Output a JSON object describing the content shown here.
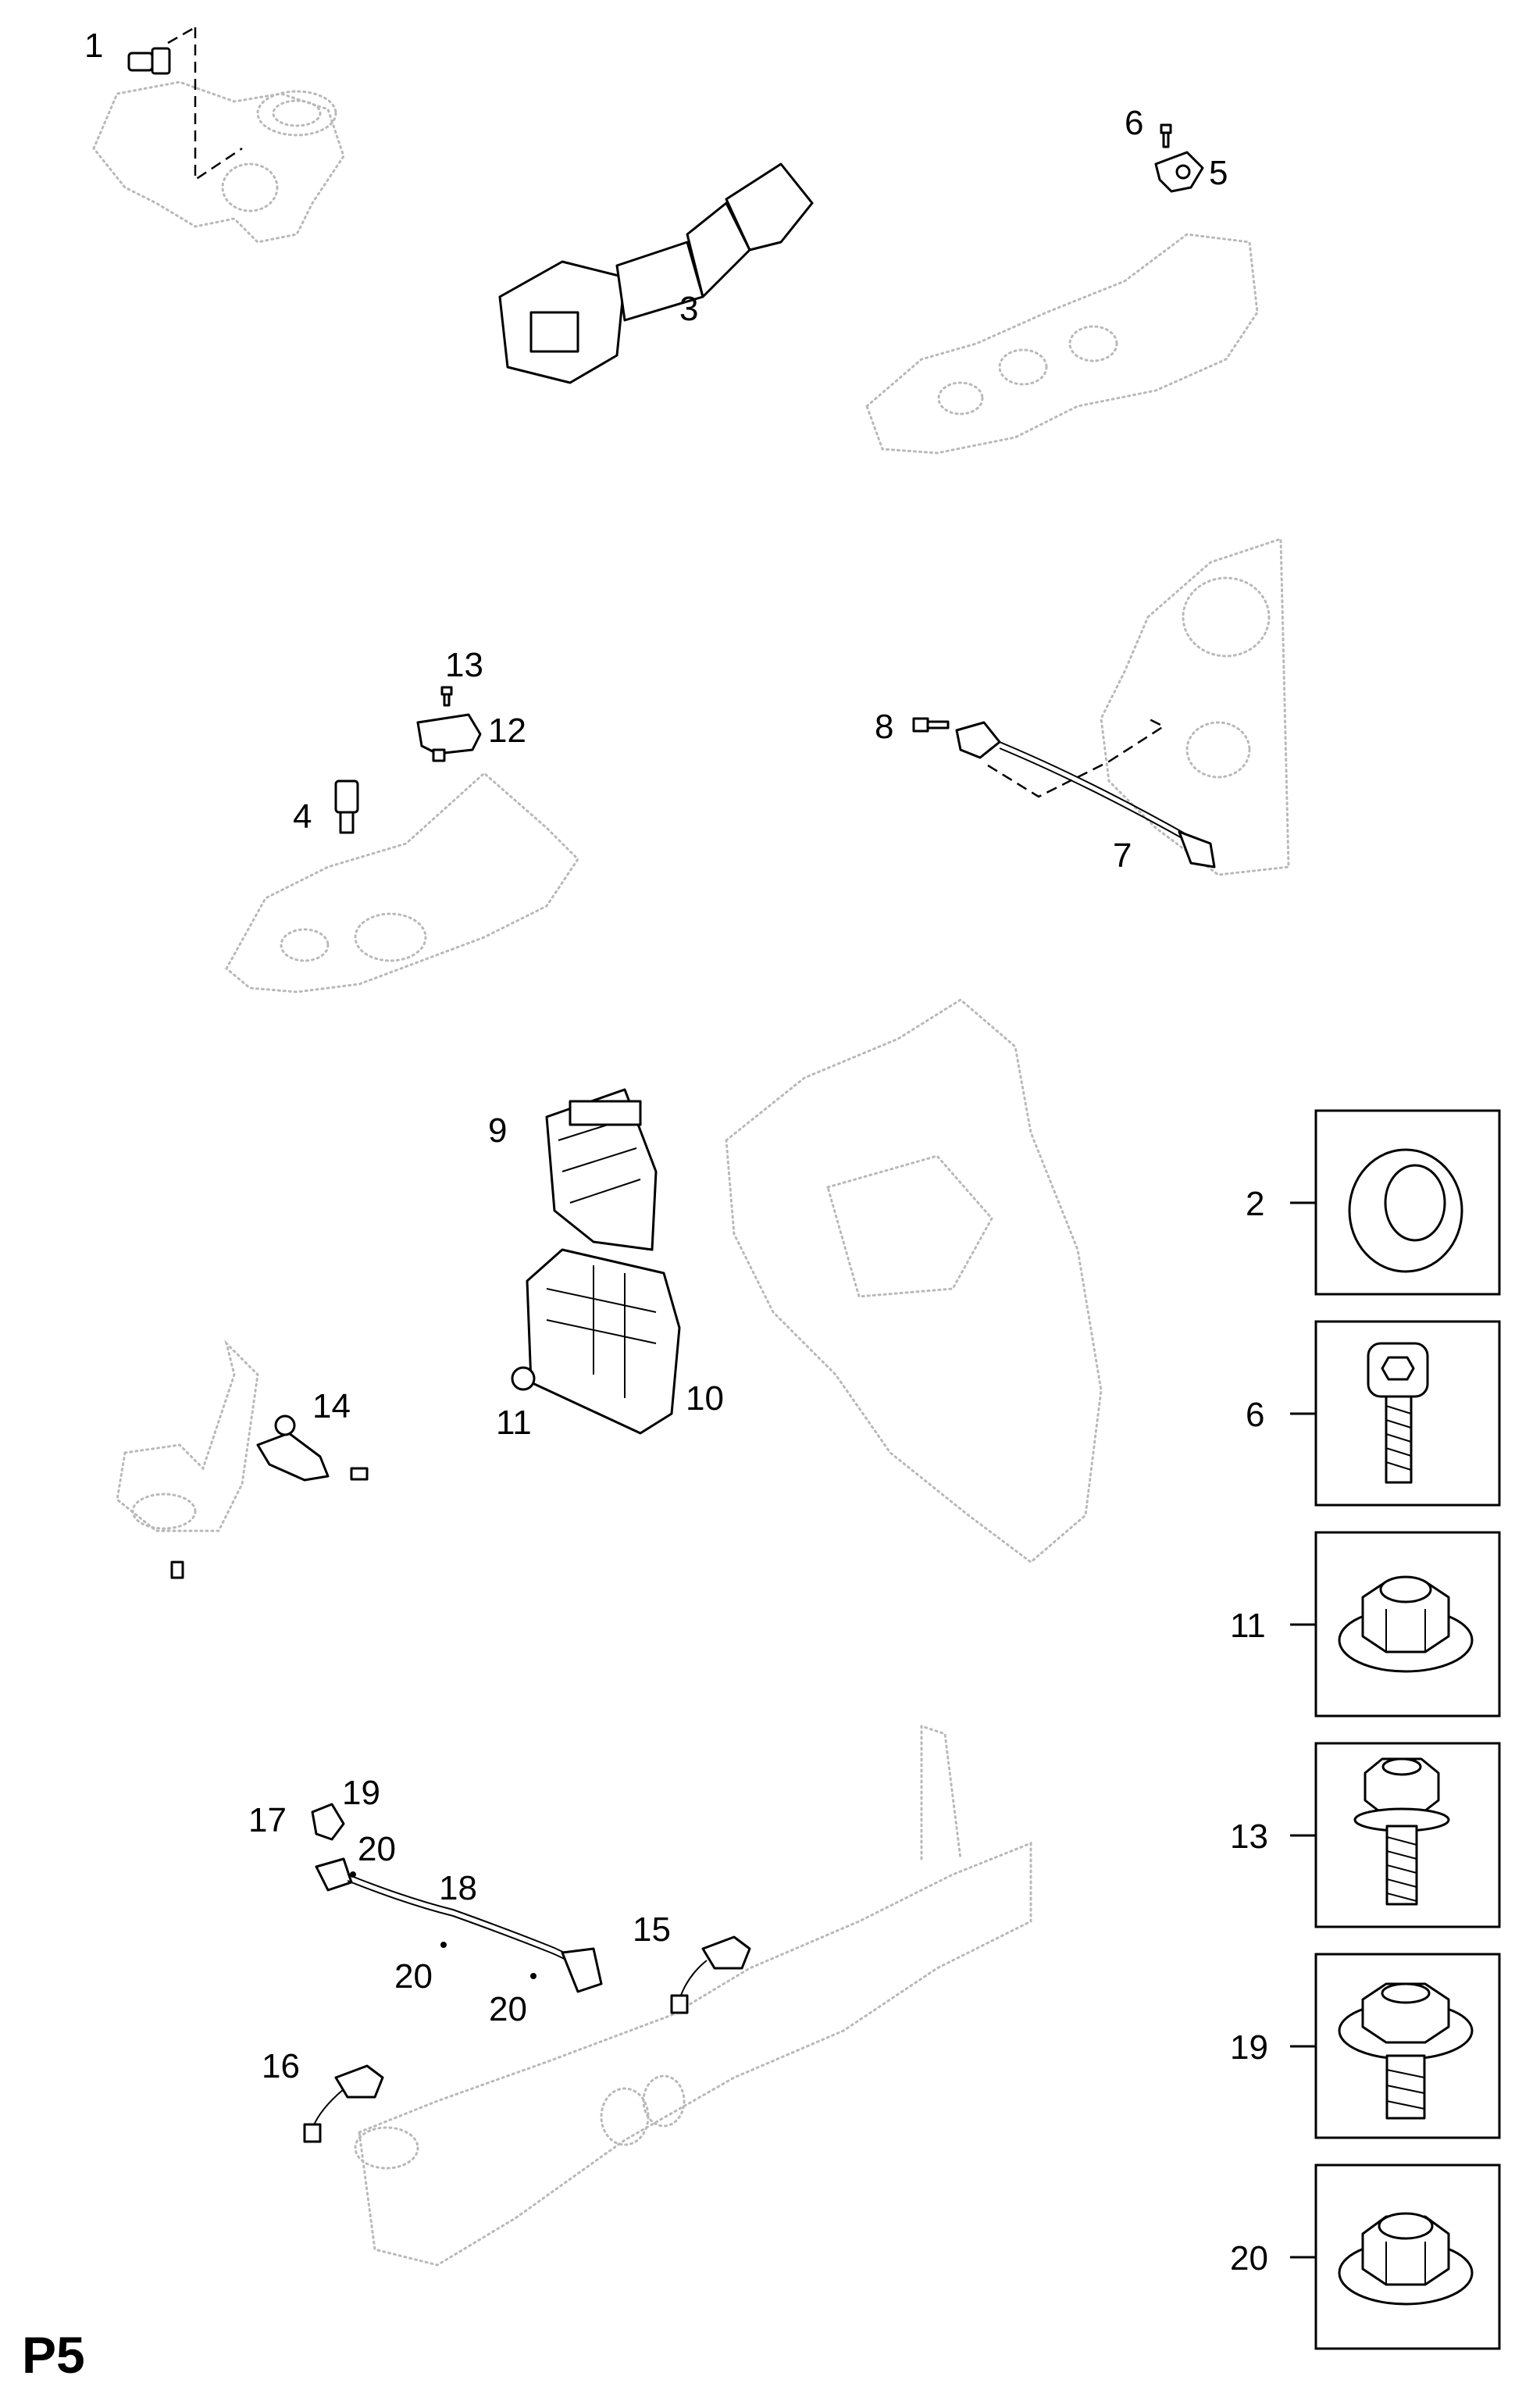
{
  "page_label": "P5",
  "callouts": {
    "c1": "1",
    "c3": "3",
    "c6": "6",
    "c5": "5",
    "c13": "13",
    "c12": "12",
    "c4": "4",
    "c8": "8",
    "c7": "7",
    "c9": "9",
    "c14": "14",
    "c11": "11",
    "c10": "10",
    "c19": "19",
    "c17": "17",
    "c20a": "20",
    "c18": "18",
    "c15": "15",
    "c20b": "20",
    "c20c": "20",
    "c16": "16"
  },
  "hardware_panel": [
    {
      "number": "2",
      "icon": "washer-icon"
    },
    {
      "number": "6",
      "icon": "socket-head-bolt-icon"
    },
    {
      "number": "11",
      "icon": "flange-nut-icon"
    },
    {
      "number": "13",
      "icon": "flange-bolt-icon"
    },
    {
      "number": "19",
      "icon": "hex-flange-bolt-icon"
    },
    {
      "number": "20",
      "icon": "hex-flange-nut-icon"
    }
  ]
}
